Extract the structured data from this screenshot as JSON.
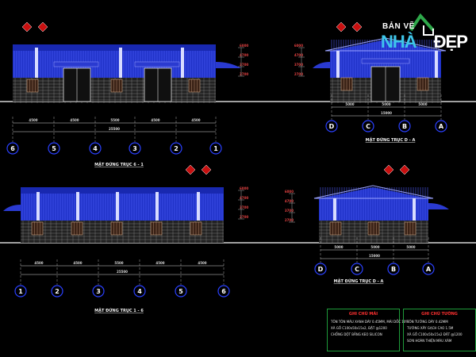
{
  "elevations": [
    {
      "title": "MẶT ĐỨNG TRỤC 6 - 1",
      "axes": [
        "6",
        "5",
        "4",
        "3",
        "2",
        "1"
      ],
      "total_dim": "25500",
      "dims": [
        "4500",
        "4500",
        "5500",
        "4500",
        "4500"
      ]
    },
    {
      "title": "MẶT ĐỨNG TRỤC D - A",
      "axes": [
        "D",
        "C",
        "B",
        "A"
      ],
      "total_dim": "15000",
      "dims": [
        "5000",
        "5000",
        "5000"
      ]
    },
    {
      "title": "MẶT ĐỨNG TRỤC 1 - 6",
      "axes": [
        "1",
        "2",
        "3",
        "4",
        "5",
        "6"
      ],
      "total_dim": "25500",
      "dims": [
        "4500",
        "4500",
        "5500",
        "4500",
        "4500"
      ]
    },
    {
      "title": "MẶT ĐỨNG TRỤC D - A",
      "axes": [
        "D",
        "C",
        "B",
        "A"
      ],
      "total_dim": "15000",
      "dims": [
        "5000",
        "5000",
        "5000"
      ]
    }
  ],
  "height_marks": [
    "6000",
    "4700",
    "3700",
    "2700"
  ],
  "watermark": {
    "top": "BẢN VẼ",
    "main": "NHÀ",
    "suffix": "ĐẸP"
  },
  "legends": [
    {
      "title": "GHI CHÚ MÁI",
      "lines": [
        "TÔN TÔN MÀU XANH DÀY 0.45MM, MÁI DỐC 10%",
        "XÀ GỒ C100x50x15x2, ĐẶT @1200",
        "CHỐNG DỘT BẰNG KEO SILICON"
      ]
    },
    {
      "title": "GHI CHÚ TƯỜNG",
      "lines": [
        "TÔN TƯỜNG DÀY 0.42MM",
        "TƯỜNG XÂY GẠCH CAO 1.5M",
        "XÀ GỒ C100x50x15x2 ĐẶT @1200",
        "SƠN HOÀN THIỆN MÀU XÁM"
      ]
    }
  ],
  "colors": {
    "roof_blue": "#2032c8",
    "wall_blue": "#1c2aa8",
    "ground": "#ffffff",
    "dim": "#d8d8d8",
    "axis": "#2a40ff",
    "tag_red": "#c81010",
    "brick": "#8a8a8a"
  }
}
